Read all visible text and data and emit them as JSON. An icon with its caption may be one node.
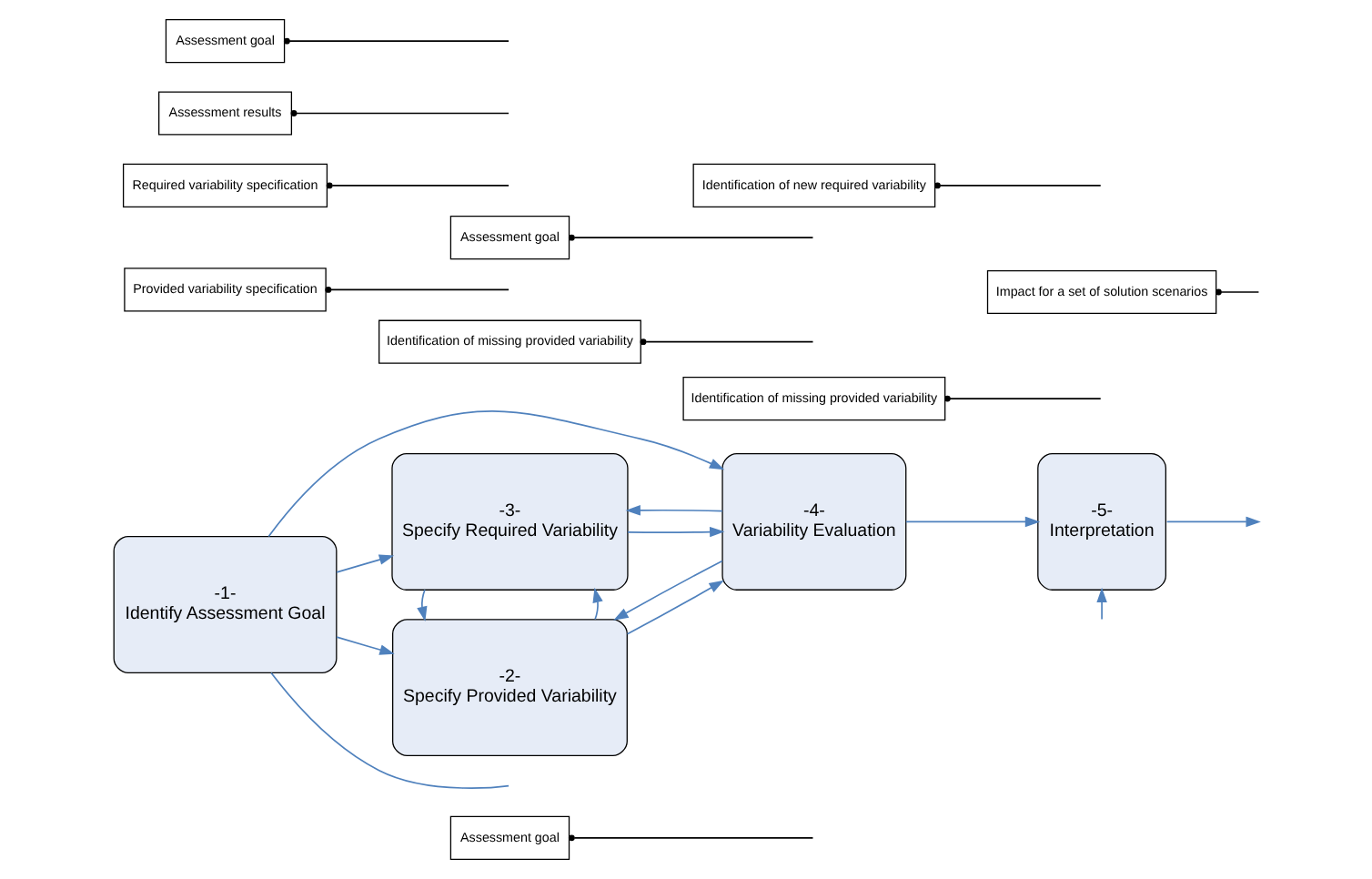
{
  "diagram": {
    "nodes": [
      {
        "text": [
          "Assessment goal"
        ]
      },
      {
        "text": [
          "-2-",
          "Specify Provided Variability"
        ]
      },
      {
        "text": [
          "Identification of missing provided variability"
        ]
      },
      {
        "text": [
          "-1-",
          "Identify Assessment Goal"
        ]
      },
      {
        "text": [
          "Identification of missing provided variability"
        ]
      },
      {
        "text": [
          "Provided variability specification"
        ]
      },
      {
        "text": [
          "-4-",
          "Variability Evaluation"
        ]
      },
      {
        "text": [
          "-5-",
          "Interpretation"
        ]
      },
      {
        "text": [
          "Assessment goal"
        ]
      },
      {
        "text": [
          "Required variability specification"
        ]
      },
      {
        "text": [
          "Assessment results"
        ]
      },
      {
        "text": [
          "Impact for a set of solution scenarios"
        ]
      },
      {
        "text": [
          "Identification of new required variability"
        ]
      },
      {
        "text": [
          "-3-",
          "Specify Required Variability"
        ]
      },
      {
        "text": [
          "Assessment goal"
        ]
      }
    ],
    "edges": [
      {
        "from": 3,
        "to": 1,
        "arrow": "to"
      },
      {
        "from": 3,
        "to": 6,
        "arrow": "to"
      },
      {
        "from": 3,
        "to": 13,
        "arrow": "to"
      },
      {
        "from": 3,
        "to": null,
        "arrow": "none"
      },
      {
        "from": 1,
        "to": 6,
        "arrow": "to"
      },
      {
        "from": 1,
        "to": 13,
        "arrow": "to"
      },
      {
        "from": 13,
        "to": 1,
        "arrow": "to"
      },
      {
        "from": 13,
        "to": 6,
        "arrow": "to"
      },
      {
        "from": 6,
        "to": 1,
        "arrow": "to"
      },
      {
        "from": 6,
        "to": 13,
        "arrow": "to"
      },
      {
        "from": 6,
        "to": 7,
        "arrow": "to"
      },
      {
        "from": 7,
        "to": null,
        "arrow": "to"
      },
      {
        "from": null,
        "to": 7,
        "arrow": "to"
      },
      {
        "from": 0,
        "to": null,
        "arrow": "other",
        "color": "#000000"
      },
      {
        "from": 8,
        "to": null,
        "arrow": "other",
        "color": "#000000"
      },
      {
        "from": 4,
        "to": null,
        "arrow": "other",
        "color": "#000000"
      },
      {
        "from": 5,
        "to": null,
        "arrow": "other",
        "color": "#000000"
      },
      {
        "from": 9,
        "to": null,
        "arrow": "other",
        "color": "#000000"
      },
      {
        "from": 2,
        "to": null,
        "arrow": "other",
        "color": "#000000"
      },
      {
        "from": 12,
        "to": null,
        "arrow": "other",
        "color": "#000000"
      },
      {
        "from": 11,
        "to": null,
        "arrow": "other",
        "color": "#000000"
      },
      {
        "from": 10,
        "to": null,
        "arrow": "other",
        "color": "#000000"
      },
      {
        "from": 14,
        "to": null,
        "arrow": "other",
        "color": "#000000"
      }
    ]
  }
}
